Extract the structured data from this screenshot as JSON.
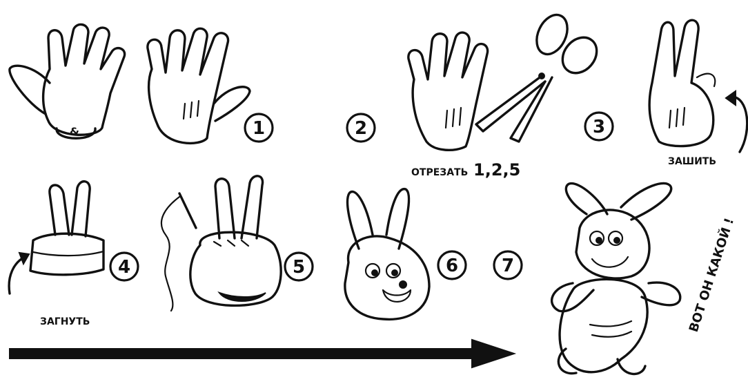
{
  "steps": [
    {
      "number": "1"
    },
    {
      "number": "2"
    },
    {
      "number": "3"
    },
    {
      "number": "4"
    },
    {
      "number": "5"
    },
    {
      "number": "6"
    },
    {
      "number": "7"
    }
  ],
  "labels": {
    "cut_word": "ОТРЕЗАТЬ",
    "cut_fingers": "1,2,5",
    "sew": "ЗАШИТЬ",
    "fold": "ЗАГНУТЬ",
    "exclaim": "ВОТ ОН КАКОЙ !"
  },
  "pictogram_marks": {
    "glove_cuff_marking": "&"
  },
  "icons": [
    "glove",
    "scissors",
    "needle-and-thread",
    "curved-arrow",
    "long-arrow",
    "bunny"
  ]
}
